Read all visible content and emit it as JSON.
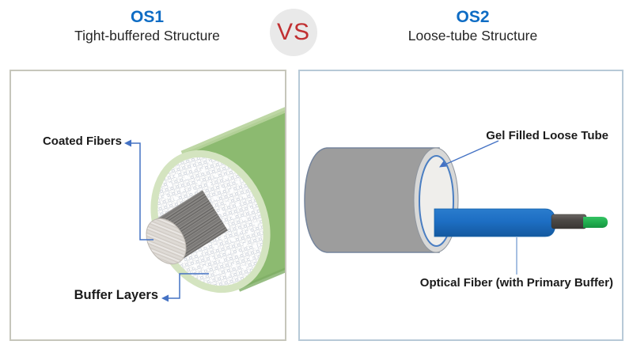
{
  "header": {
    "left": {
      "title": "OS1",
      "subtitle": "Tight-buffered Structure"
    },
    "vs_label": "VS",
    "right": {
      "title": "OS2",
      "subtitle": "Loose-tube Structure"
    }
  },
  "left_panel": {
    "labels": {
      "coated_fibers": "Coated Fibers",
      "buffer_layers": "Buffer Layers"
    }
  },
  "right_panel": {
    "labels": {
      "gel_filled_loose_tube": "Gel Filled Loose Tube",
      "optical_fiber": "Optical Fiber (with Primary Buffer)"
    }
  },
  "colors": {
    "accent_blue": "#0e6cc4",
    "vs_red": "#c13032",
    "vs_circle_bg": "#e9e9e9",
    "label_arrow_blue": "#4472c4",
    "cable_jacket_green": "#8cba70",
    "cable_jacket_gray": "#9d9d9d",
    "buffer_tube_blue": "#1d6ec3",
    "fiber_coating_green": "#21ae4f",
    "left_panel_border": "#c6c6bb",
    "right_panel_border": "#b7c9d7",
    "label_text": "#1b1b1b"
  }
}
